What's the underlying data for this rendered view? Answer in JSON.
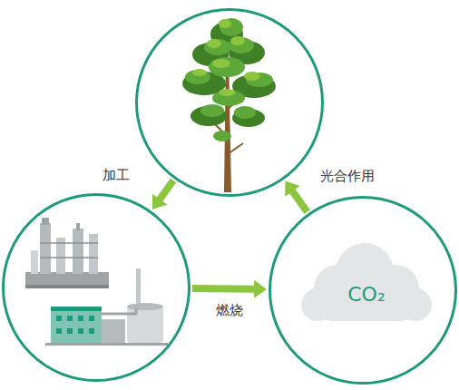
{
  "diagram": {
    "nodes": [
      {
        "text": []
      },
      {
        "text": []
      },
      {
        "text": [
          "CO₂"
        ]
      }
    ],
    "edges": [
      {
        "from": 0,
        "to": 1,
        "label": "加工",
        "arrow": "to"
      },
      {
        "from": 1,
        "to": 2,
        "label": "燃烧",
        "arrow": "to"
      },
      {
        "from": 2,
        "to": 0,
        "label": "光合作用",
        "arrow": "to"
      }
    ]
  }
}
